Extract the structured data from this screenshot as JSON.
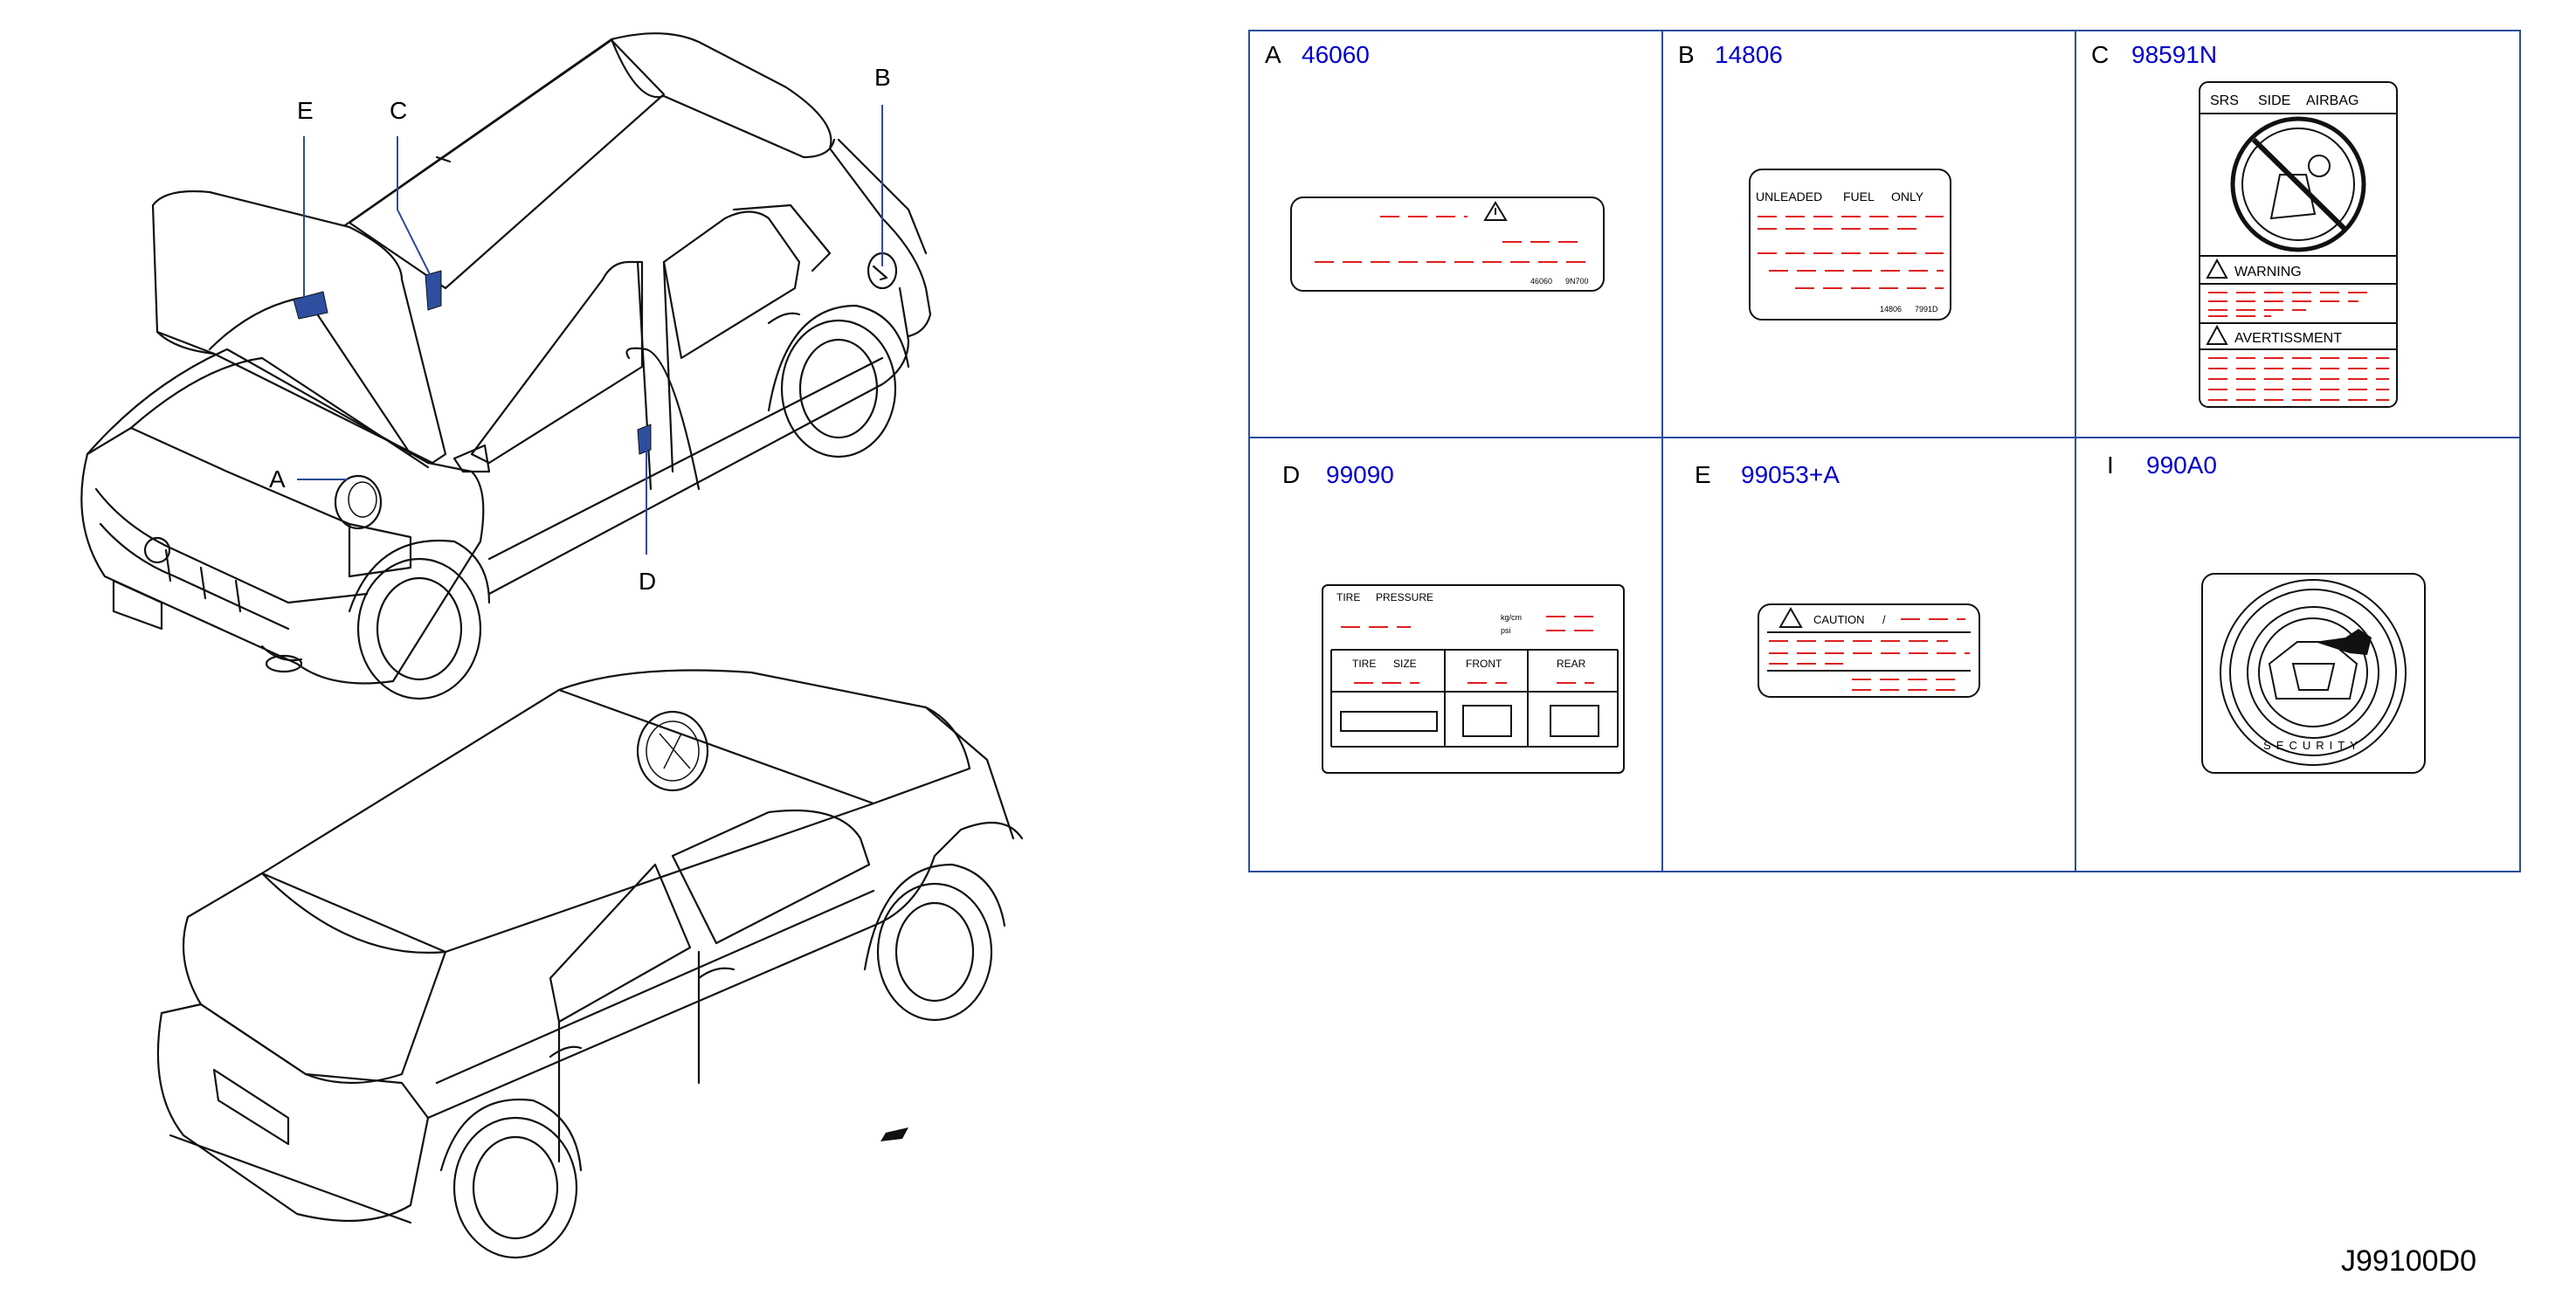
{
  "diagram_id": "J99100D0",
  "callouts": {
    "a": "A",
    "b": "B",
    "c": "C",
    "d": "D",
    "e": "E"
  },
  "cells": [
    {
      "letter": "A",
      "part": "46060"
    },
    {
      "letter": "B",
      "part": "14806"
    },
    {
      "letter": "C",
      "part": "98591N"
    },
    {
      "letter": "D",
      "part": "99090"
    },
    {
      "letter": "E",
      "part": "99053+A"
    },
    {
      "letter": "I",
      "part": "990A0"
    }
  ],
  "label_a": {
    "small_codes": [
      "46060",
      "9N700"
    ]
  },
  "label_b": {
    "heading": [
      "UNLEADED",
      "FUEL",
      "ONLY"
    ],
    "small_codes": [
      "14806",
      "7991D"
    ]
  },
  "label_c": {
    "heading": [
      "SRS",
      "SIDE",
      "AIRBAG"
    ],
    "warning": "WARNING",
    "avertissment": "AVERTISSMENT"
  },
  "label_d": {
    "title": [
      "TIRE",
      "PRESSURE"
    ],
    "units": [
      "kg/cm",
      "psi"
    ],
    "tire_size": [
      "TIRE",
      "SIZE"
    ],
    "front": "FRONT",
    "rear": "REAR"
  },
  "label_e": {
    "caution": "CAUTION",
    "slash": "/"
  },
  "label_i": {
    "ring_text": "SECURITY"
  },
  "colors": {
    "part_number": "#0000cc",
    "grid_line": "#2c4c9c",
    "label_fill": "#2e4f9f",
    "dash_red": "#e02020"
  }
}
